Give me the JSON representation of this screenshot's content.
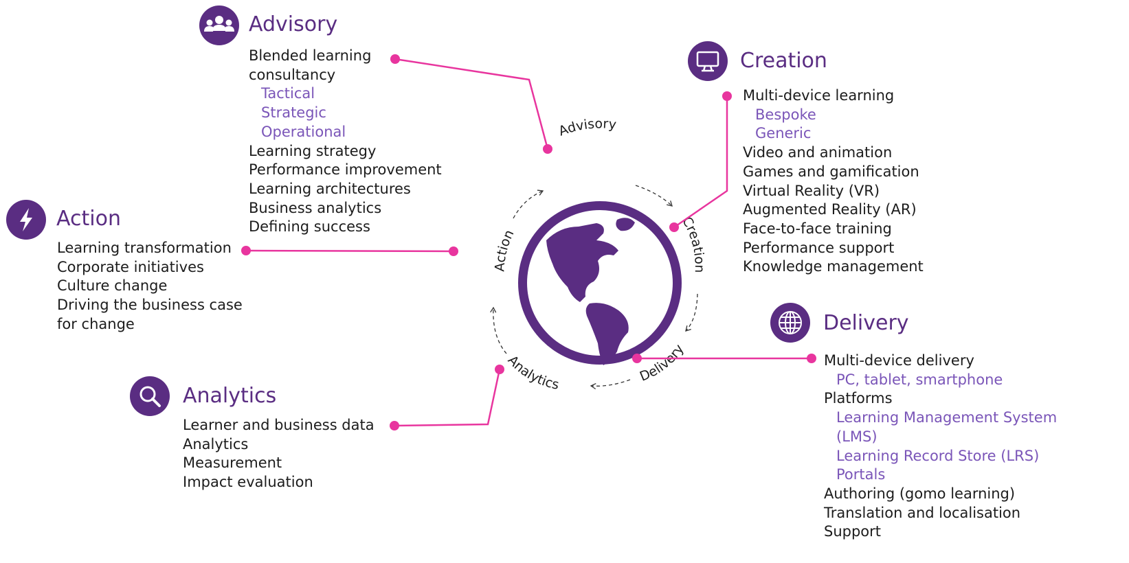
{
  "colors": {
    "accent": "#5a2d82",
    "sub_text": "#7a55b8",
    "connector": "#e8359e",
    "text": "#1c1c1c"
  },
  "ring_labels": [
    "Advisory",
    "Creation",
    "Delivery",
    "Analytics",
    "Action"
  ],
  "sections": [
    {
      "id": "advisory",
      "title": "Advisory",
      "icon": "group-people-icon",
      "items": [
        {
          "text": "Blended learning",
          "sub": false
        },
        {
          "text": "consultancy",
          "sub": false
        },
        {
          "text": "Tactical",
          "sub": true
        },
        {
          "text": "Strategic",
          "sub": true
        },
        {
          "text": "Operational",
          "sub": true
        },
        {
          "text": "Learning strategy",
          "sub": false
        },
        {
          "text": "Performance improvement",
          "sub": false
        },
        {
          "text": "Learning architectures",
          "sub": false
        },
        {
          "text": "Business analytics",
          "sub": false
        },
        {
          "text": "Defining success",
          "sub": false
        }
      ]
    },
    {
      "id": "creation",
      "title": "Creation",
      "icon": "monitor-icon",
      "items": [
        {
          "text": "Multi-device learning",
          "sub": false
        },
        {
          "text": "Bespoke",
          "sub": true
        },
        {
          "text": "Generic",
          "sub": true
        },
        {
          "text": "Video and animation",
          "sub": false
        },
        {
          "text": "Games and gamification",
          "sub": false
        },
        {
          "text": "Virtual Reality (VR)",
          "sub": false
        },
        {
          "text": "Augmented Reality (AR)",
          "sub": false
        },
        {
          "text": "Face-to-face training",
          "sub": false
        },
        {
          "text": "Performance support",
          "sub": false
        },
        {
          "text": "Knowledge management",
          "sub": false
        }
      ]
    },
    {
      "id": "action",
      "title": "Action",
      "icon": "lightning-bolt-icon",
      "items": [
        {
          "text": "Learning transformation",
          "sub": false
        },
        {
          "text": "Corporate initiatives",
          "sub": false
        },
        {
          "text": "Culture change",
          "sub": false
        },
        {
          "text": "Driving the business case",
          "sub": false
        },
        {
          "text": "for change",
          "sub": false
        }
      ]
    },
    {
      "id": "delivery",
      "title": "Delivery",
      "icon": "web-globe-icon",
      "items": [
        {
          "text": "Multi-device delivery",
          "sub": false
        },
        {
          "text": "PC, tablet, smartphone",
          "sub": true
        },
        {
          "text": "Platforms",
          "sub": false
        },
        {
          "text": "Learning Management System",
          "sub": true
        },
        {
          "text": "(LMS)",
          "sub": true
        },
        {
          "text": "Learning Record Store (LRS)",
          "sub": true
        },
        {
          "text": "Portals",
          "sub": true
        },
        {
          "text": "Authoring (gomo learning)",
          "sub": false
        },
        {
          "text": "Translation and localisation",
          "sub": false
        },
        {
          "text": "Support",
          "sub": false
        }
      ]
    },
    {
      "id": "analytics",
      "title": "Analytics",
      "icon": "magnifier-icon",
      "items": [
        {
          "text": "Learner and business data",
          "sub": false
        },
        {
          "text": "Analytics",
          "sub": false
        },
        {
          "text": "Measurement",
          "sub": false
        },
        {
          "text": "Impact evaluation",
          "sub": false
        }
      ]
    }
  ]
}
